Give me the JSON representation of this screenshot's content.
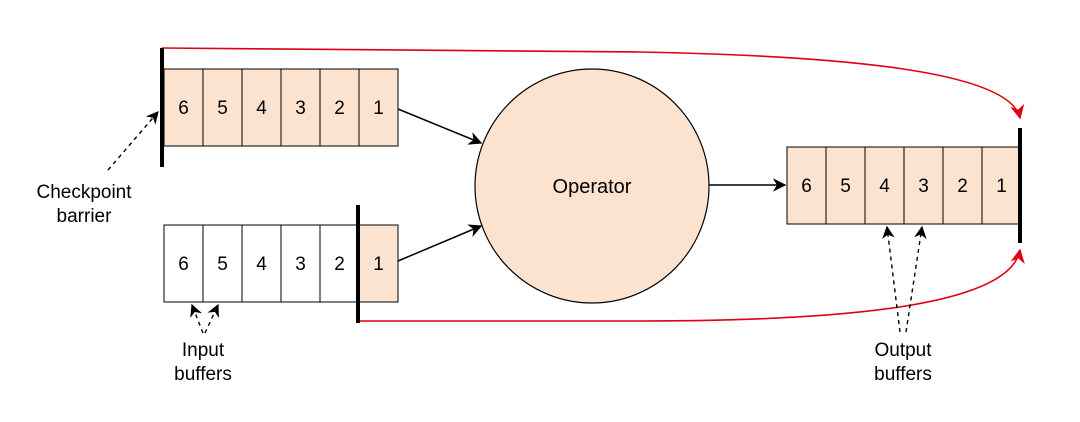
{
  "colors": {
    "filled": "#fbe3cf",
    "empty": "#ffffff",
    "stroke": "#000000",
    "barrier": "#000000",
    "red_arrow": "#e0000f"
  },
  "operator": {
    "label": "Operator"
  },
  "labels": {
    "checkpoint_line1": "Checkpoint",
    "checkpoint_line2": "barrier",
    "input_line1": "Input",
    "input_line2": "buffers",
    "output_line1": "Output",
    "output_line2": "buffers"
  },
  "buffers": {
    "top_input": {
      "cells": [
        "6",
        "5",
        "4",
        "3",
        "2",
        "1"
      ],
      "filled": [
        true,
        true,
        true,
        true,
        true,
        true
      ]
    },
    "bottom_input": {
      "cells": [
        "6",
        "5",
        "4",
        "3",
        "2",
        "1"
      ],
      "filled": [
        false,
        false,
        false,
        false,
        false,
        true
      ]
    },
    "output": {
      "cells": [
        "6",
        "5",
        "4",
        "3",
        "2",
        "1"
      ],
      "filled": [
        true,
        true,
        true,
        true,
        true,
        true
      ]
    }
  }
}
